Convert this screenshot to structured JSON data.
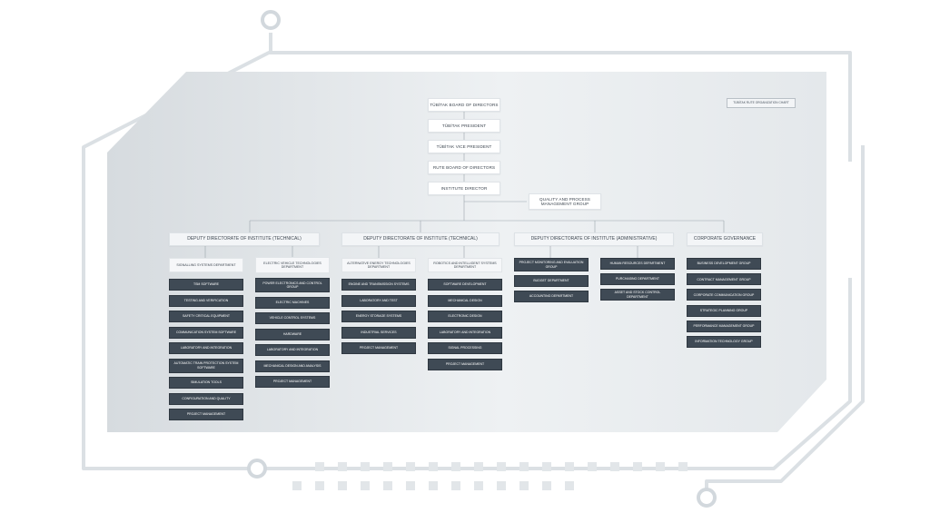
{
  "colors": {
    "panel": "#e3e7ea",
    "circuit": "#d9dee2",
    "leaf": "#3f4a55",
    "connector": "#9aa3ab"
  },
  "legend": "TÜBİTAK RUTE ORGANIZATION CHART",
  "top_chain": [
    "TÜBİTAK BOARD OF DIRECTORS",
    "TÜBİTAK PRESIDENT",
    "TÜBİTAK VICE PRESIDENT",
    "RUTE BOARD OF DIRECTORS",
    "INSTITUTE DIRECTOR"
  ],
  "quality_group": "QUALITY AND PROCESS MANAGEMENT GROUP",
  "deputies": [
    "DEPUTY DIRECTORATE OF INSTITUTE (TECHNICAL)",
    "DEPUTY DIRECTORATE OF INSTITUTE (TECHNICAL)",
    "DEPUTY DIRECTORATE OF INSTITUTE (ADMINISTRATIVE)",
    "CORPORATE GOVERNANCE"
  ],
  "departments": [
    {
      "title": "SIGNALLING SYSTEMS DEPARTMENT",
      "items": [
        "TSM SOFTWARE",
        "TESTING AND VERIFICATION",
        "SAFETY CRITICAL EQUIPMENT",
        "COMMUNICATION SYSTEM SOFTWARE",
        "LABORATORY AND INTEGRATION",
        "AUTOMATIC TRAIN PROTECTION SYSTEM SOFTWARE",
        "SIMULATION TOOLS",
        "CONFIGURATION AND QUALITY",
        "PROJECT MANAGEMENT"
      ]
    },
    {
      "title": "ELECTRIC VEHICLE TECHNOLOGIES DEPARTMENT",
      "items": [
        "POWER ELECTRONICS AND CONTROL GROUP",
        "ELECTRIC MACHINES",
        "VEHICLE CONTROL SYSTEMS",
        "HARDWARE",
        "LABORATORY AND INTEGRATION",
        "MECHANICAL DESIGN AND ANALYSIS",
        "PROJECT MANAGEMENT"
      ]
    },
    {
      "title": "ALTERNATIVE ENERGY TECHNOLOGIES DEPARTMENT",
      "items": [
        "ENGINE AND TRANSMISSION SYSTEMS",
        "LABORATORY AND TEST",
        "ENERGY STORAGE SYSTEMS",
        "INDUSTRIAL SERVICES",
        "PROJECT MANAGEMENT"
      ]
    },
    {
      "title": "ROBOTICS AND INTELLIGENT SYSTEMS DEPARTMENT",
      "items": [
        "SOFTWARE DEVELOPMENT",
        "MECHANICAL DESIGN",
        "ELECTRONIC DESIGN",
        "LABORATORY AND INTEGRATION",
        "SIGNAL PROCESSING",
        "PROJECT MANAGEMENT"
      ]
    }
  ],
  "admin_left": [
    "PROJECT MONITORING AND EVALUATION GROUP",
    "BUDGET DEPARTMENT",
    "ACCOUNTING DEPARTMENT"
  ],
  "admin_right": [
    "HUMAN RESOURCES DEPARTMENT",
    "PURCHASING DEPARTMENT",
    "ASSET AND STOCK CONTROL DEPARTMENT"
  ],
  "governance": [
    "BUSINESS DEVELOPMENT GROUP",
    "CONTRACT MANAGEMENT GROUP",
    "CORPORATE COMMUNICATION GROUP",
    "STRATEGIC PLANNING GROUP",
    "PERFORMANCE MANAGEMENT GROUP",
    "INFORMATION TECHNOLOGY GROUP"
  ]
}
